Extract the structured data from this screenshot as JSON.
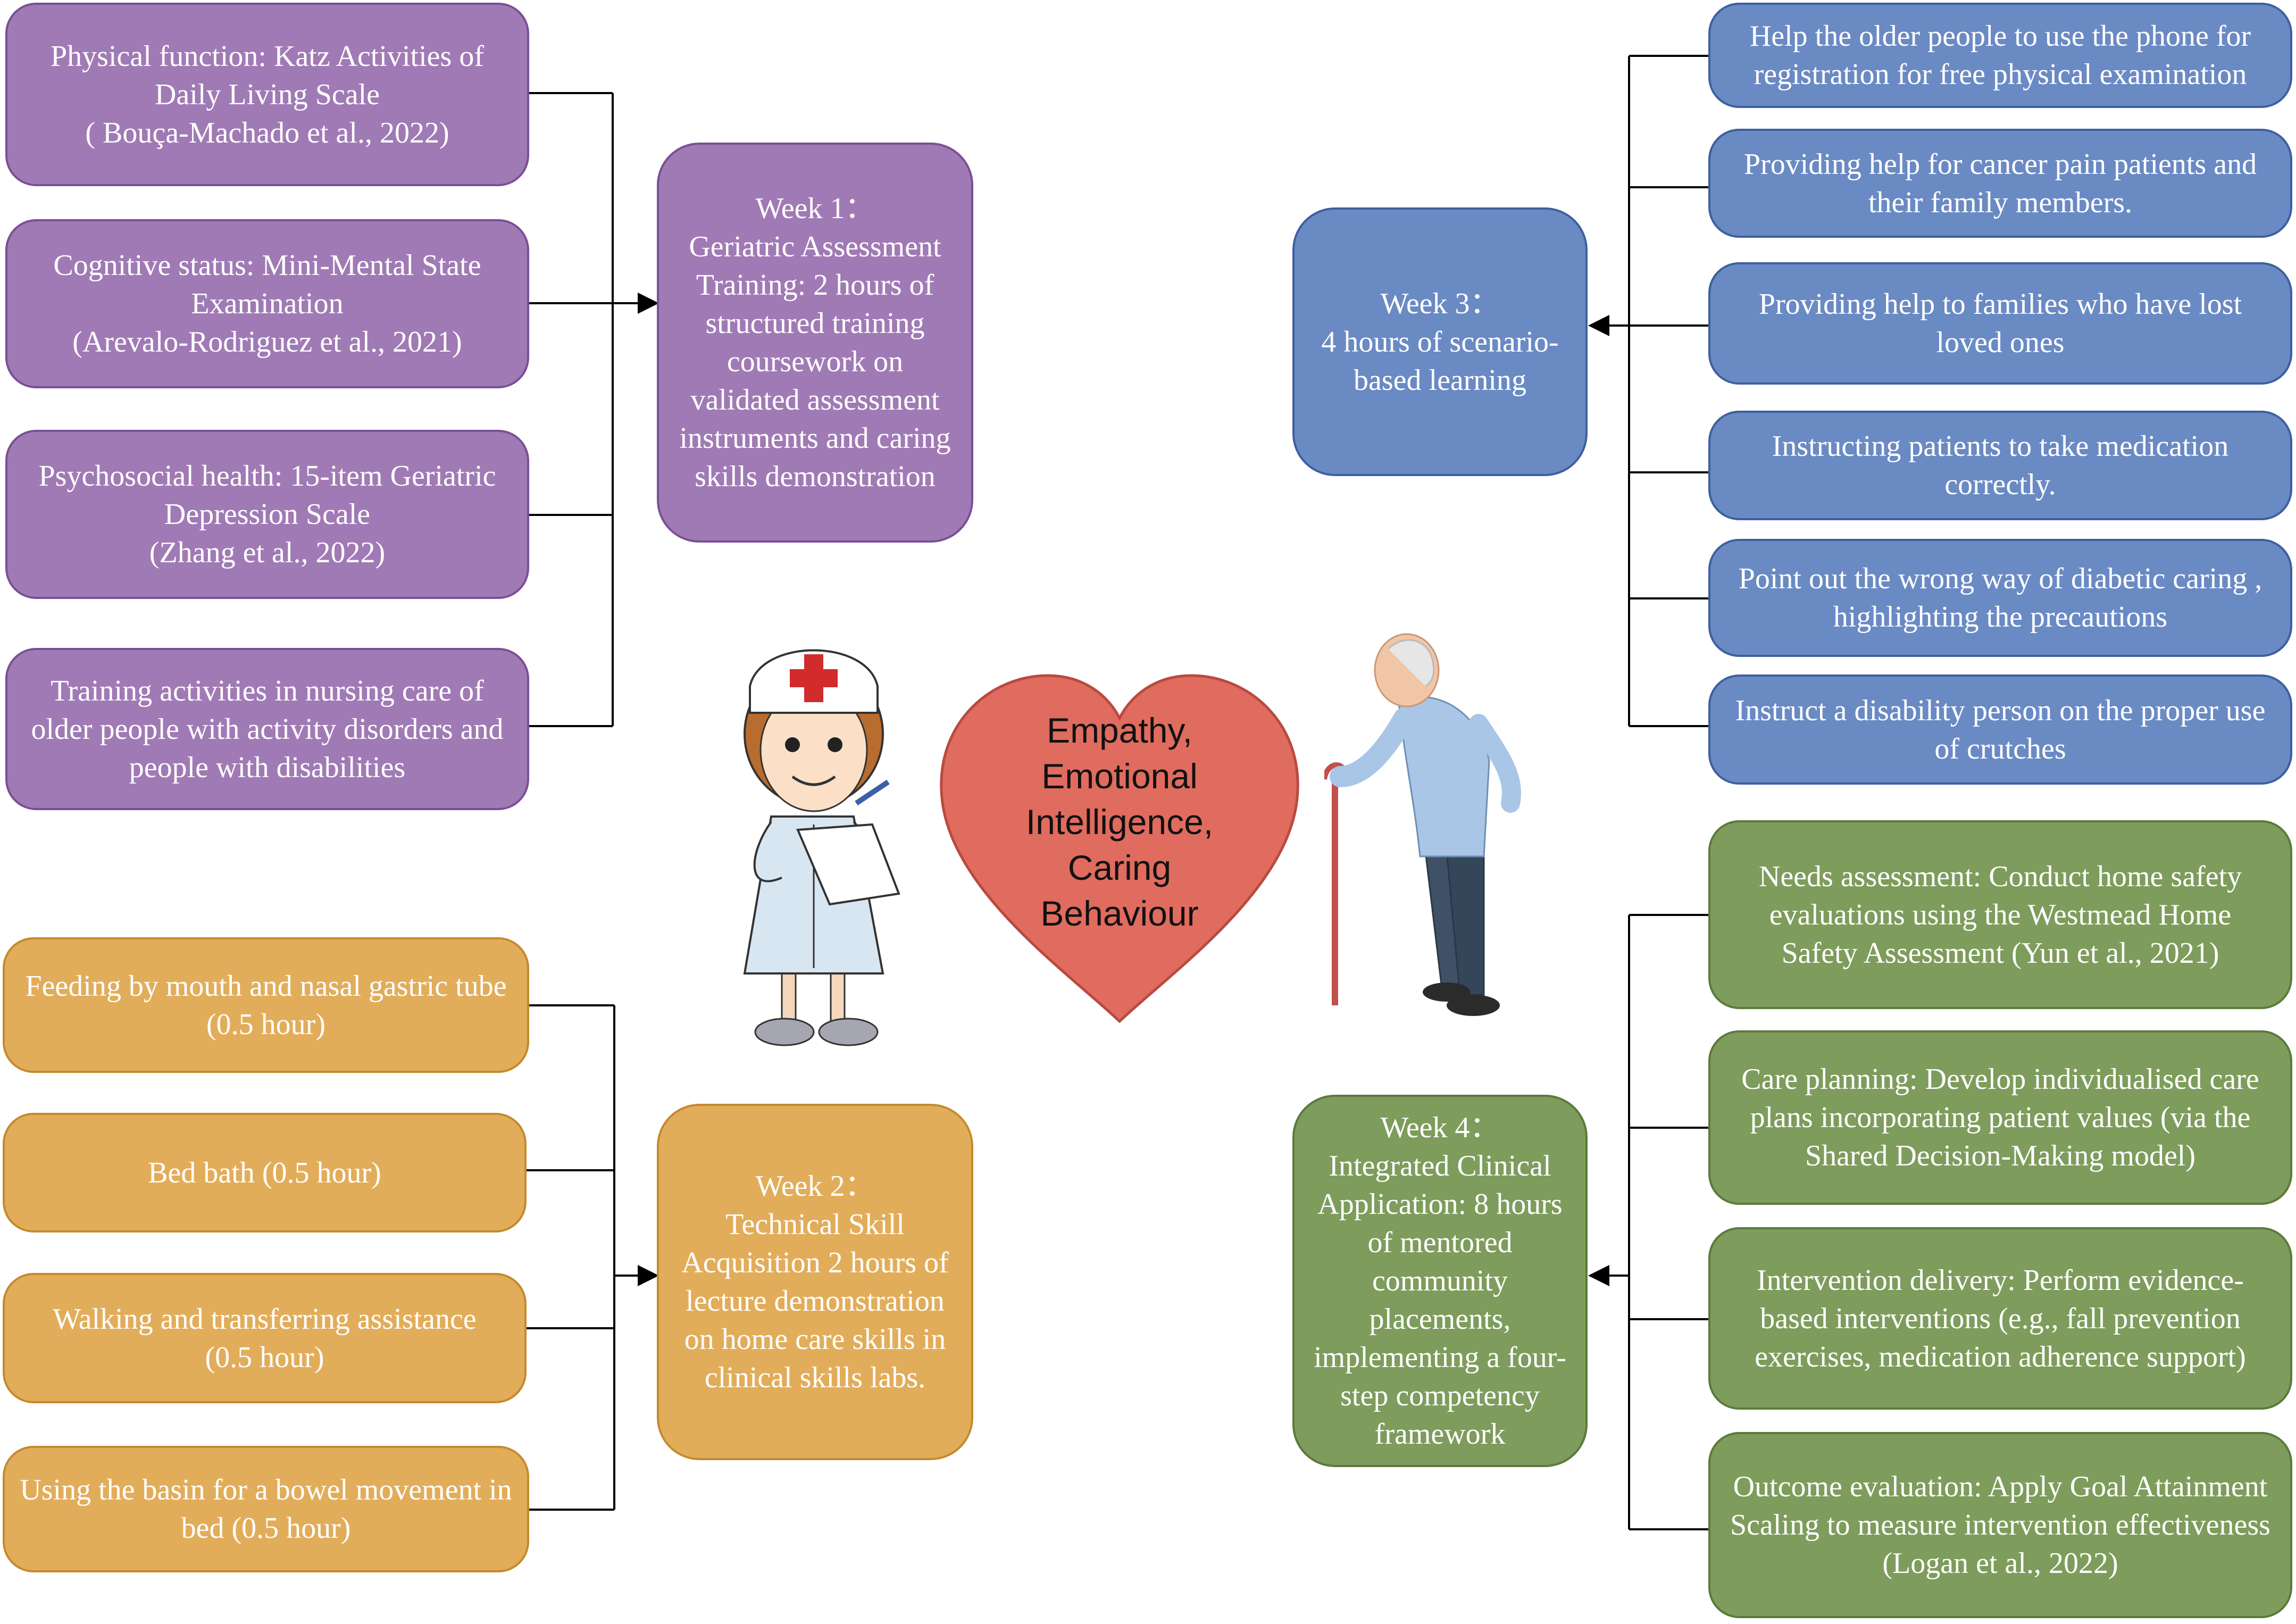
{
  "colors": {
    "purple": "#a07ab5",
    "blue": "#6a8ac4",
    "orange": "#e2ad5a",
    "green": "#7e9c5c",
    "heart": "#e06b5f",
    "connector": "#000000"
  },
  "center": {
    "text": "Empathy,\nEmotional\nIntelligence,\nCaring\nBehaviour"
  },
  "week1": {
    "text": "Week 1：\nGeriatric Assessment\nTraining: 2 hours of\nstructured training\ncoursework on\nvalidated assessment\ninstruments and caring\nskills demonstration",
    "items": [
      "Physical function: Katz Activities of\nDaily Living Scale\n( Bouça-Machado et al., 2022)",
      "Cognitive status: Mini-Mental State\nExamination\n(Arevalo-Rodriguez et al., 2021)",
      "Psychosocial health: 15-item Geriatric\nDepression Scale\n(Zhang et al., 2022)",
      "Training activities in nursing care of\nolder people with activity disorders and\npeople with disabilities"
    ]
  },
  "week2": {
    "text": "Week 2：\nTechnical Skill\nAcquisition 2 hours of\nlecture demonstration\non home care skills in\nclinical skills labs.",
    "items": [
      "Feeding by mouth and nasal gastric tube\n(0.5 hour)",
      "Bed bath (0.5 hour)",
      "Walking and transferring assistance\n(0.5 hour)",
      "Using the basin for a bowel movement in\nbed (0.5 hour)"
    ]
  },
  "week3": {
    "text": "Week 3：\n4 hours of scenario-\nbased learning",
    "items": [
      "Help the older people to use the phone for\nregistration for free physical examination",
      "Providing help for cancer pain patients and\ntheir family members.",
      "Providing help to families who have lost\nloved ones",
      "Instructing patients to take medication\ncorrectly.",
      "Point out the wrong way of diabetic caring ,\nhighlighting the precautions",
      "Instruct a disability person on the proper use\nof crutches"
    ]
  },
  "week4": {
    "text": "Week 4：\nIntegrated Clinical\nApplication: 8 hours\nof mentored\ncommunity\nplacements,\nimplementing a four-\nstep competency\nframework",
    "items": [
      "Needs assessment: Conduct home safety\nevaluations using the Westmead Home\nSafety Assessment (Yun et al., 2021)",
      "Care planning: Develop individualised care\nplans incorporating patient values (via the\nShared Decision-Making model)",
      "Intervention delivery: Perform evidence-\nbased interventions (e.g., fall prevention\nexercises, medication adherence support)",
      "Outcome evaluation: Apply Goal Attainment\nScaling to measure intervention effectiveness\n(Logan et al., 2022)"
    ]
  }
}
